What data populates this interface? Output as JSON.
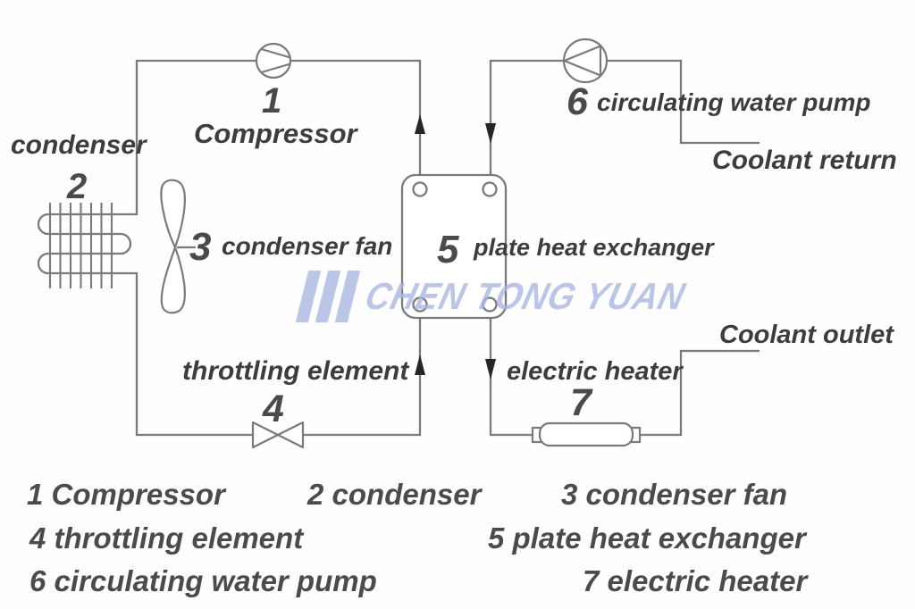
{
  "watermark": {
    "text": "CHEN TONG YUAN",
    "color": "#a9b6e0"
  },
  "diagram": {
    "labels": {
      "compressor_num": "1",
      "compressor": "Compressor",
      "condenser": "condenser",
      "condenser_num": "2",
      "fan_num": "3",
      "fan": "condenser fan",
      "throttle": "throttling element",
      "throttle_num": "4",
      "hx_num": "5",
      "hx": "plate heat exchanger",
      "pump_num": "6",
      "pump": "circulating water pump",
      "heater": "electric heater",
      "heater_num": "7",
      "coolant_return": "Coolant return",
      "coolant_outlet": "Coolant outlet"
    },
    "icons": [
      "compressor-icon",
      "condenser-coil-icon",
      "condenser-fan-icon",
      "throttle-valve-icon",
      "plate-heat-exchanger-icon",
      "circulating-pump-icon",
      "electric-heater-icon",
      "flow-arrow-up-icon",
      "flow-arrow-down-icon"
    ],
    "colors": {
      "line": "#7a7a7a",
      "arrow": "#262626",
      "label": "#3d3d3d",
      "watermark": "#a9b6e0"
    }
  },
  "legend": {
    "row1": [
      "1 Compressor",
      "2 condenser",
      "3 condenser fan"
    ],
    "row2": [
      "4 throttling element",
      "5 plate heat exchanger"
    ],
    "row3": [
      "6 circulating water pump",
      "7 electric heater"
    ]
  }
}
